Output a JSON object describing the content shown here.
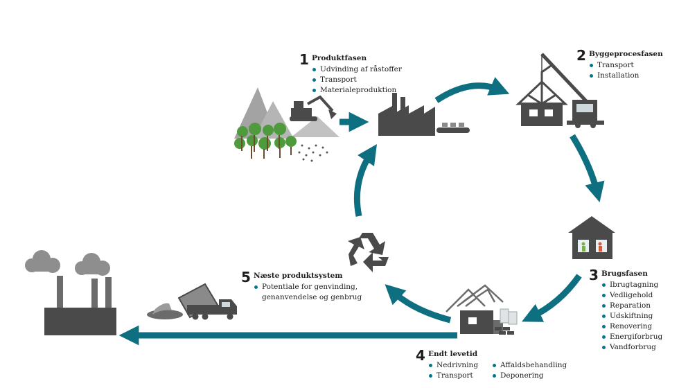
{
  "stages": [
    {
      "number": "1",
      "title": "Produktfasen",
      "items": [
        "Udvinding af råstoffer",
        "Transport",
        "Materialeproduktion"
      ]
    },
    {
      "number": "2",
      "title": "Byggeprocesfasen",
      "items": [
        "Transport",
        "Installation"
      ]
    },
    {
      "number": "3",
      "title": "Brugsfasen",
      "items": [
        "Ibrugtagning",
        "Vedligehold",
        "Reparation",
        "Udskiftning",
        "Renovering",
        "Energiforbrug",
        "Vandforbrug"
      ]
    },
    {
      "number": "4",
      "title": "Endt levetid",
      "items_col1": [
        "Nedrivning",
        "Transport"
      ],
      "items_col2": [
        "Affaldsbehandling",
        "Deponering"
      ]
    },
    {
      "number": "5",
      "title": "Næste produktsystem",
      "items": [
        "Potentiale for genvinding,",
        "genanvendelse og genbrug"
      ]
    }
  ],
  "colors": {
    "arrow": "#0d6f80",
    "bullet": "#00788c",
    "icon_dark": "#4a4a4a",
    "icon_mid": "#6b6b6b",
    "mountain": "#a3a3a3",
    "tree": "#4f9a3c",
    "smoke": "#8e8e8e"
  },
  "icons": [
    "mountains-trees-icon",
    "excavator-icon",
    "factory-icon",
    "conveyor-icon",
    "house-frame-icon",
    "crane-truck-icon",
    "house-icon",
    "demolition-icon",
    "recycle-icon",
    "dump-truck-icon",
    "factory-smoke-icon"
  ]
}
